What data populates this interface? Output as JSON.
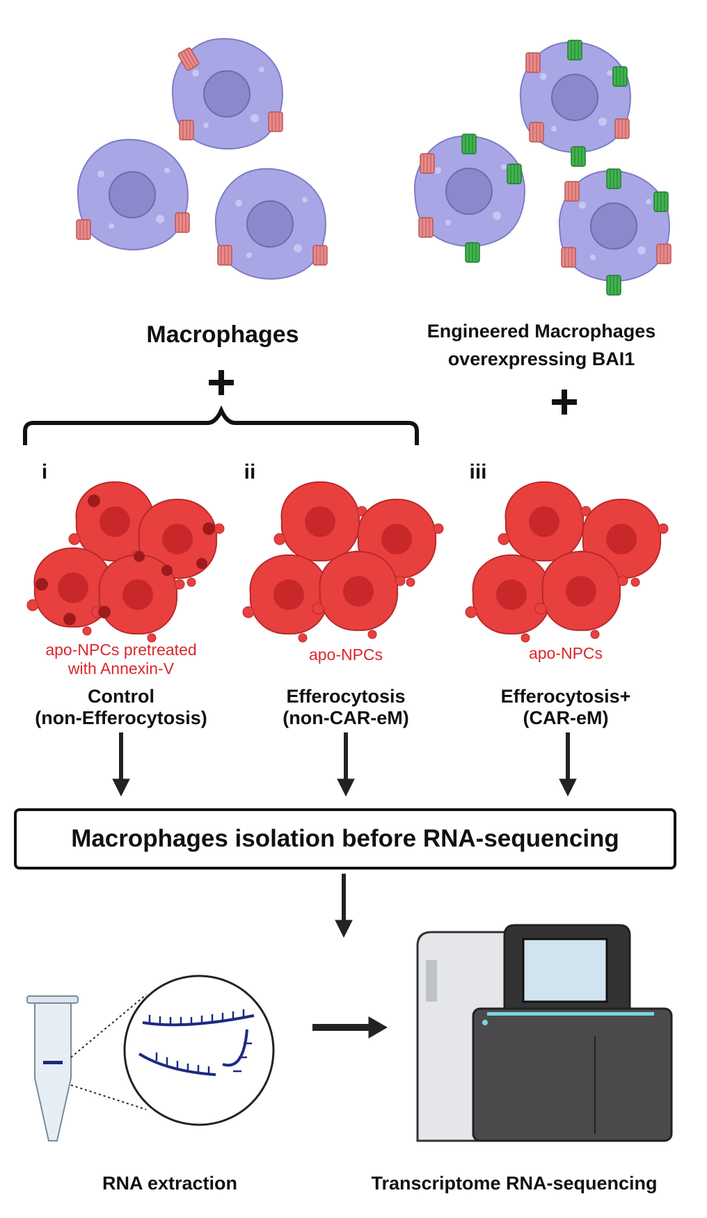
{
  "top": {
    "left_label": "Macrophages",
    "right_label_line1": "Engineered Macrophages",
    "right_label_line2": "overexpressing BAI1",
    "plus": "+"
  },
  "groups": [
    {
      "numeral": "i",
      "cells_label_line1": "apo-NPCs pretreated",
      "cells_label_line2": "with Annexin-V",
      "title_line1": "Control",
      "title_line2": "(non-Efferocytosis)"
    },
    {
      "numeral": "ii",
      "cells_label_line1": "apo-NPCs",
      "title_line1": "Efferocytosis",
      "title_line2": "(non-CAR-eM)"
    },
    {
      "numeral": "iii",
      "cells_label_line1": "apo-NPCs",
      "title_line1": "Efferocytosis+",
      "title_line2": "(CAR-eM)"
    }
  ],
  "isolation_box": "Macrophages isolation before RNA-sequencing",
  "bottom": {
    "left_label": "RNA extraction",
    "right_label": "Transcriptome RNA-sequencing"
  },
  "colors": {
    "macrophage": "#a9a6e6",
    "nucleus": "#8c88cc",
    "apoptotic": "#e8403f",
    "receptor_native": "#e88a8a",
    "receptor_bai1": "#3fb34f",
    "rna": "#1c2a80"
  }
}
